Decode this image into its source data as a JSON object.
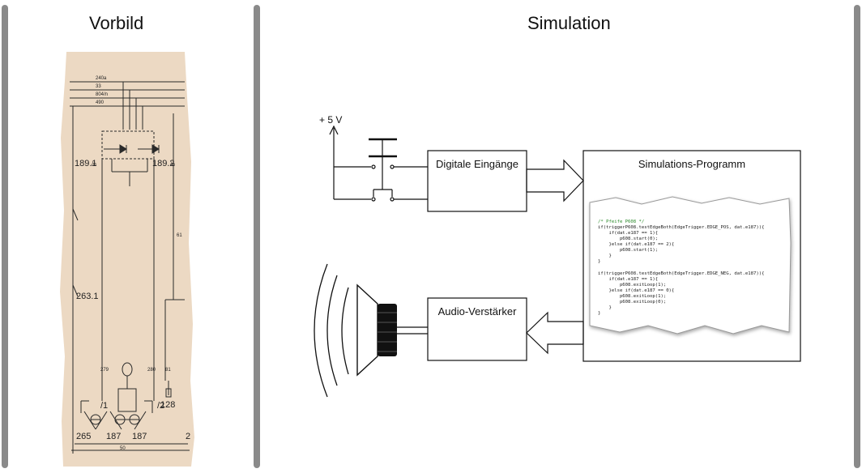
{
  "left": {
    "title": "Vorbild",
    "schematic": {
      "top_labels": [
        "240a",
        "33",
        "804/n",
        "490"
      ],
      "relay_left": "189.1",
      "relay_left_frac": "/n",
      "relay_right": "189.2",
      "relay_right_frac": "/n",
      "side_label": "263.1",
      "wire_labels": [
        "279",
        "280",
        "81",
        "61"
      ],
      "sub_labels": [
        "/1",
        "/2"
      ],
      "bottom_labels": [
        "265",
        "187",
        "187",
        "2"
      ],
      "right_label": "128",
      "bottom_dim": "50"
    }
  },
  "right": {
    "title": "Simulation",
    "supply_label": "+ 5 V",
    "digital_inputs_label": "Digitale Eingänge",
    "program_label": "Simulations-Programm",
    "amplifier_label": "Audio-Verstärker",
    "code_lines": [
      "/* Pfeife P608 */",
      "if(triggerP608.testEdgeBoth(EdgeTrigger.EDGE_POS, dat.e187)){",
      "    if(dat.e187 == 1){",
      "        p608.start(0);",
      "    }else if(dat.e187 == 2){",
      "        p608.start(1);",
      "    }",
      "}",
      "",
      "if(triggerP608.testEdgeBoth(EdgeTrigger.EDGE_NEG, dat.e187)){",
      "    if(dat.e187 == 1){",
      "        p608.exitLoop(1);",
      "    }else if(dat.e187 == 0){",
      "        p608.exitLoop(1);",
      "        p608.exitLoop(0);",
      "    }",
      "}"
    ]
  },
  "colors": {
    "divider": "#8a8a8a",
    "paper": "#ecd9c3",
    "line": "#222222"
  }
}
